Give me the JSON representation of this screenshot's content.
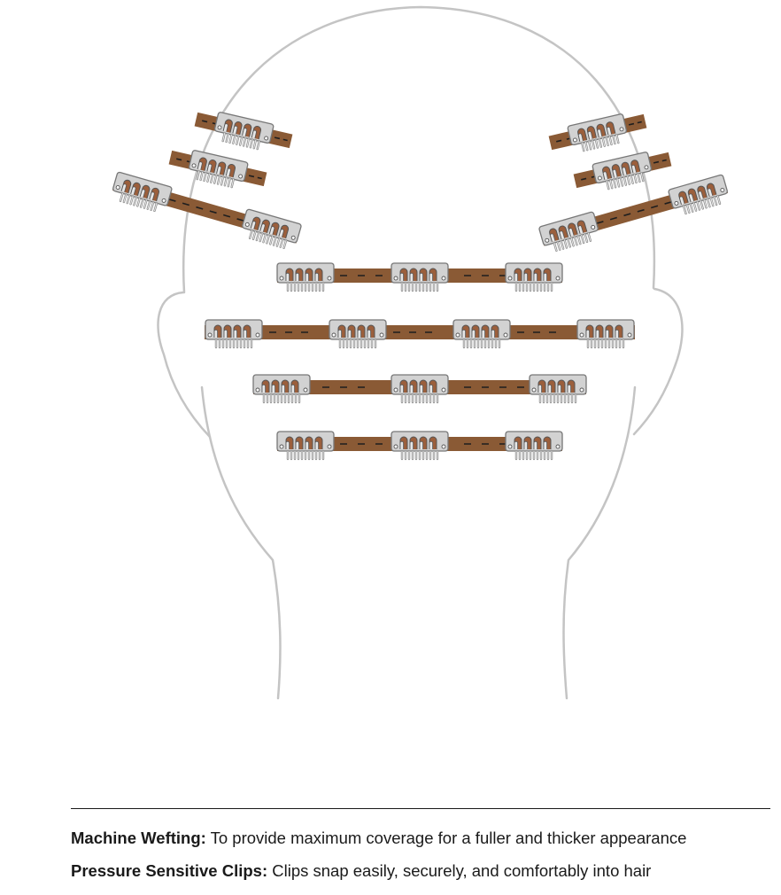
{
  "diagram": {
    "head_stroke": "#c4c4c4",
    "weft_color": "#8a5a35",
    "stitch_color": "#1e1e1e",
    "clip_fill": "#d2d2d2",
    "clip_stroke": "#777777",
    "clip_inner": "#9b5f3c"
  },
  "captions": [
    {
      "term": "Machine Wefting:",
      "text": " To provide maximum coverage for a fuller and thicker appearance"
    },
    {
      "term": "Pressure Sensitive Clips:",
      "text": " Clips snap easily, securely, and comfortably into hair"
    }
  ]
}
